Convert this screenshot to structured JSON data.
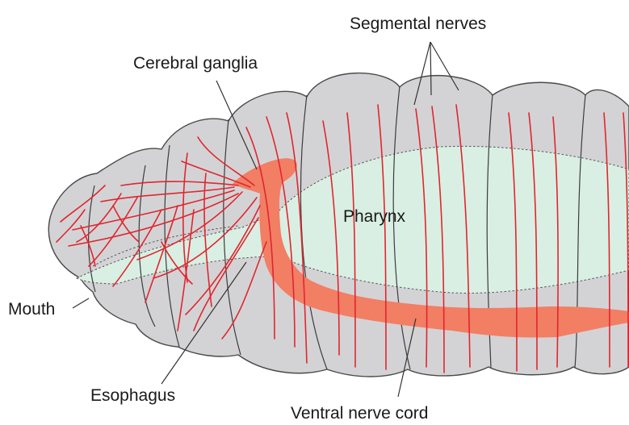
{
  "labels": {
    "segmental_nerves": "Segmental nerves",
    "cerebral_ganglia": "Cerebral ganglia",
    "pharynx": "Pharynx",
    "mouth": "Mouth",
    "esophagus": "Esophagus",
    "ventral_nerve_cord": "Ventral nerve cord"
  },
  "colors": {
    "body": "#d3d3d5",
    "body_outline": "#4a4a4a",
    "segment_line": "#3c3c3c",
    "gut": "#d9efe3",
    "nerve": "#e0262f",
    "ganglia_cord": "#f27e64"
  }
}
